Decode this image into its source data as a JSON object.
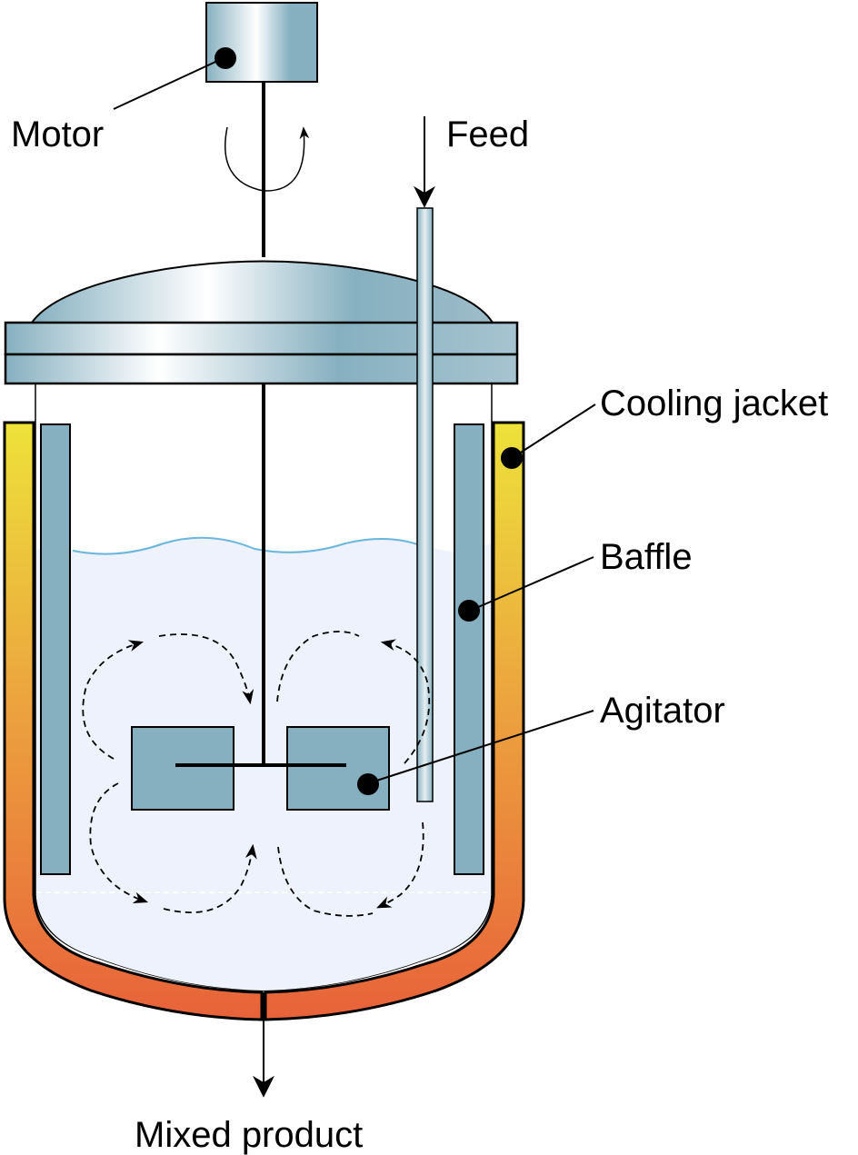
{
  "labels": {
    "motor": "Motor",
    "feed": "Feed",
    "cooling_jacket": "Cooling jacket",
    "baffle": "Baffle",
    "agitator": "Agitator",
    "mixed_product": "Mixed product"
  },
  "colors": {
    "metal": "#86b0c0",
    "metal_highlight": "#ffffff",
    "liquid": "#edf2fd",
    "liquid_surface": "#6ab6dc",
    "jacket_top": "#ede23a",
    "jacket_bottom": "#e8623a",
    "stroke": "#000000"
  }
}
